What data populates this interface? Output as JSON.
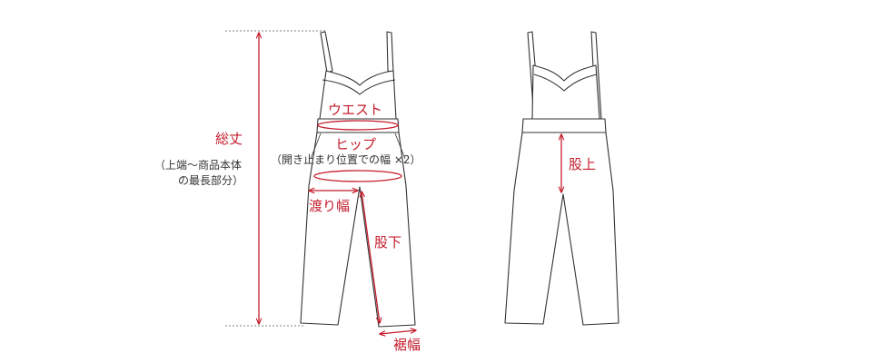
{
  "labels": {
    "total_length": "総丈",
    "total_length_note_1": "（上端～商品本体",
    "total_length_note_2": "の最長部分）",
    "waist": "ウエスト",
    "hip": "ヒップ",
    "hip_note": "（開き止まり位置での幅 ×2）",
    "thigh": "渡り幅",
    "inseam": "股下",
    "hem": "裾幅",
    "rise": "股上"
  },
  "colors": {
    "measure": "#c41c2b",
    "outline": "#333333",
    "guide": "#555555"
  }
}
